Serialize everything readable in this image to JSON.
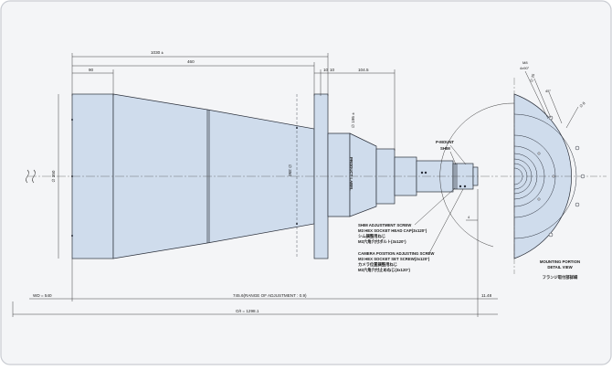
{
  "colors": {
    "background": "#f4f5f7",
    "border": "#c9ccd2",
    "part_fill": "#cfdcec",
    "part_stroke": "#2a2f3a",
    "line": "#2b2b2b",
    "centerline": "#555555"
  },
  "dimensions": {
    "overall_length_top": "1030 ±",
    "front_section": "90",
    "cone_length": "460",
    "flange_a": "10",
    "flange_b": "10",
    "rear_section": "104.5",
    "front_diameter": "∅ 350",
    "flange_inner_diameter": "∅ 350",
    "mount_diameter": "∅ 195 ±",
    "wd": "WD = 540",
    "adjustment_range": "745.6(RANGE OF ADJUSTMENT : 0.9)",
    "back_focus": "11.48",
    "overall_oi": "O/I = 1298.1",
    "detail_m8": "M8",
    "detail_depth": "4x90°",
    "detail_angle1": "∅ 25",
    "detail_angle2": "45°",
    "detail_dia": "∅ 8"
  },
  "labels": {
    "product_label": "PRODUCT LABEL",
    "p_mount": "P-MOUNT",
    "shim": "SHIM",
    "shim_adjust_en": "SHIM ADJUSTMENT SCREW",
    "shim_adjust_spec": "M3 HEX SOCKET HEAD CAP(3x120°)",
    "shim_adjust_jp1": "シム調整用ねじ",
    "shim_adjust_jp2": "M3六角穴付ボルト(3x120°)",
    "camera_adjust_en": "CAMERA POSITION ADJUSTING SCREW",
    "camera_adjust_spec": "M3 HEX SOCKET SET SCREW(3x120°)",
    "camera_adjust_jp1": "カメラ位置調整用ねじ",
    "camera_adjust_jp2": "M3六角穴付止めねじ(3x120°)",
    "detail_title1": "MOUNTING PORTION",
    "detail_title2": "DETAIL VIEW",
    "detail_title_jp": "フランジ取付部詳細"
  }
}
